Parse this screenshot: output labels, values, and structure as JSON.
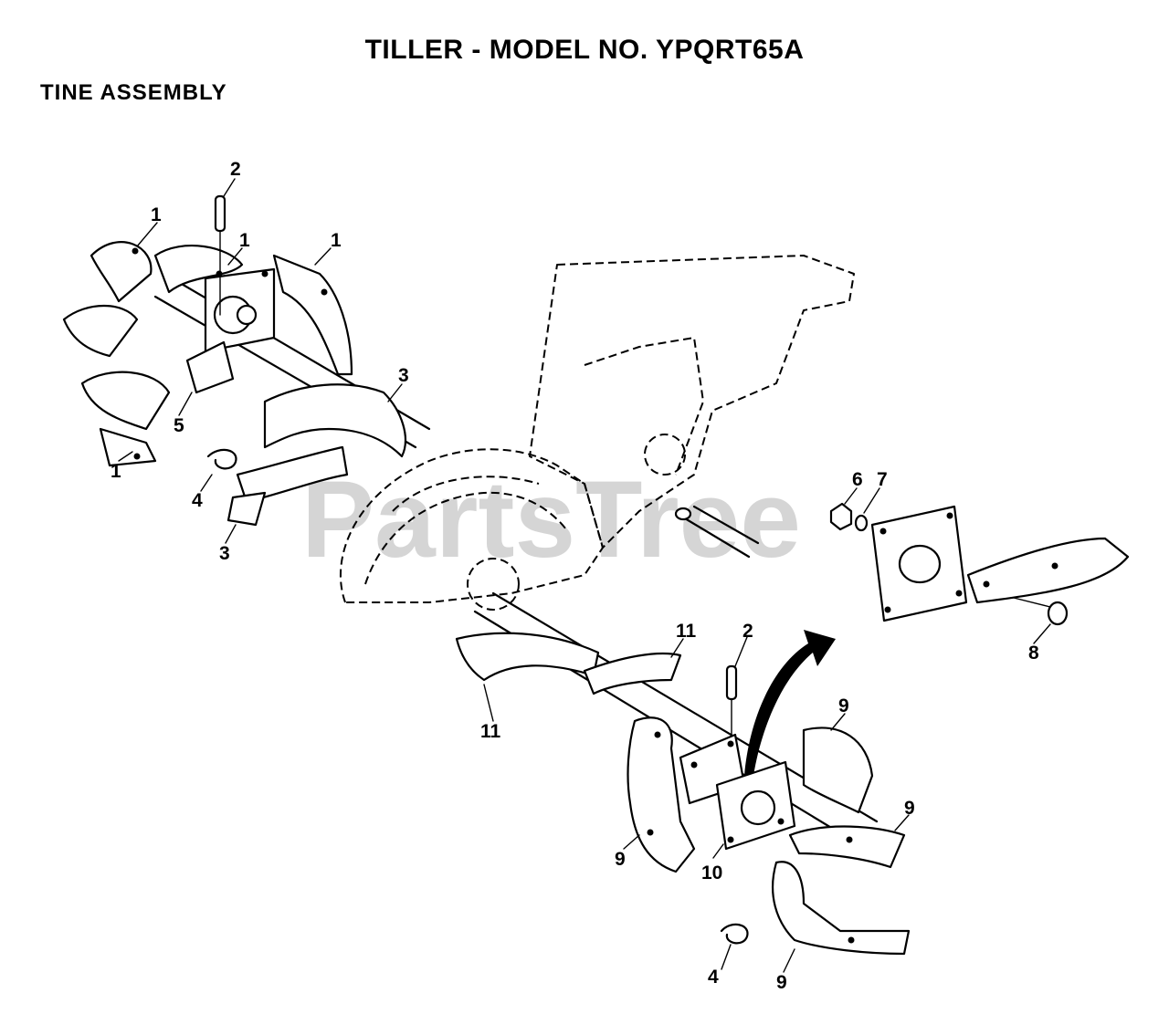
{
  "header": {
    "title": "TILLER - MODEL NO. YPQRT65A",
    "section": "TINE ASSEMBLY"
  },
  "watermark": "PartsTree",
  "callouts": {
    "c1a": "1",
    "c1b": "1",
    "c1c": "1",
    "c1d": "1",
    "c2a": "2",
    "c2b": "2",
    "c3a": "3",
    "c3b": "3",
    "c4a": "4",
    "c4b": "4",
    "c5": "5",
    "c6": "6",
    "c7": "7",
    "c8": "8",
    "c9a": "9",
    "c9b": "9",
    "c9c": "9",
    "c9d": "9",
    "c10": "10",
    "c11a": "11",
    "c11b": "11"
  }
}
